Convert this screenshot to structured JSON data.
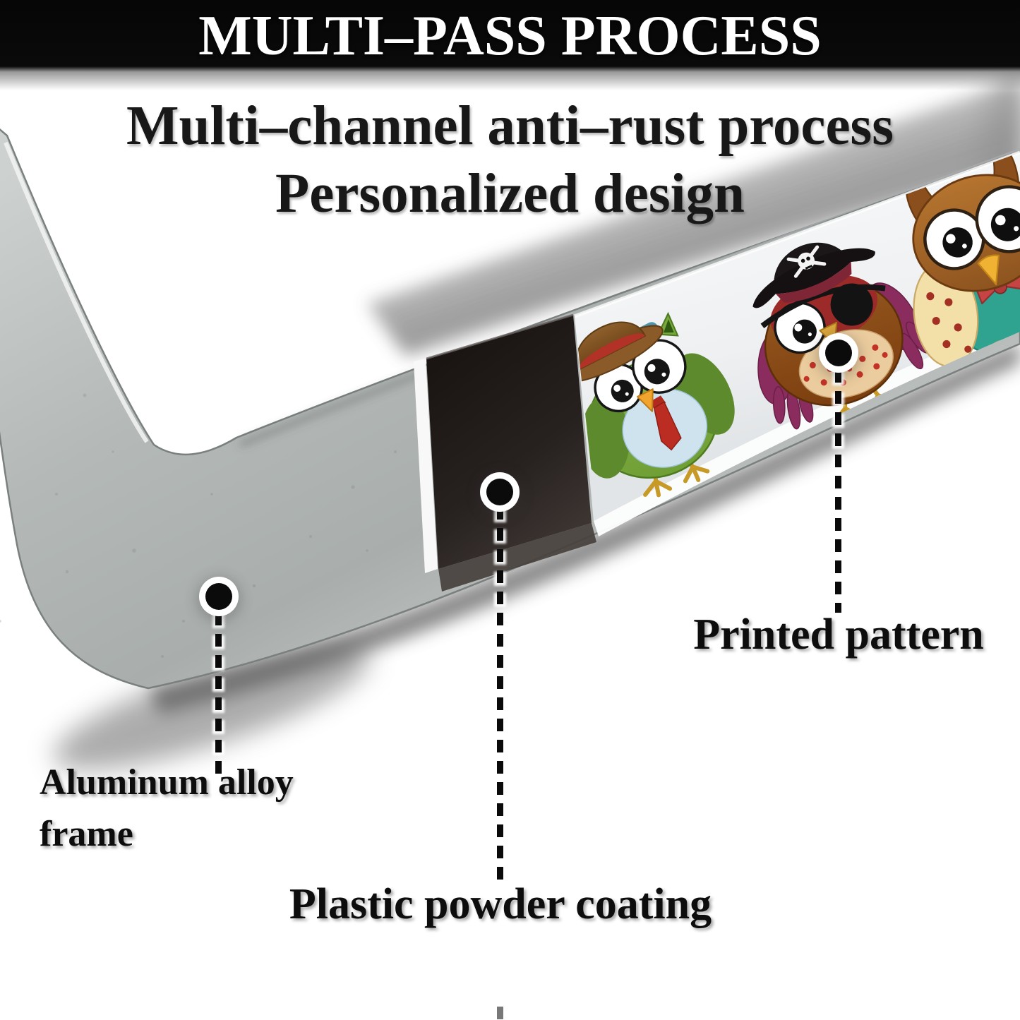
{
  "banner": {
    "title": "MULTI–PASS PROCESS"
  },
  "headline": {
    "line1": "Multi–channel anti–rust process",
    "line2": "Personalized design"
  },
  "callouts": {
    "aluminum": {
      "label": "Aluminum alloy\nframe"
    },
    "coating": {
      "label": "Plastic powder coating"
    },
    "printed": {
      "label": "Printed pattern"
    }
  },
  "frame_sections": [
    {
      "name": "aluminum-alloy-frame",
      "color": "#b6bab8"
    },
    {
      "name": "plastic-powder-coating",
      "color": "#1d1918"
    },
    {
      "name": "printed-pattern-strip",
      "color": "#f2f4f5"
    }
  ],
  "owl_icons": [
    "owl-with-bowler-hat-and-tie-icon",
    "pirate-owl-with-eye-patch-icon",
    "owl-with-bow-tie-icon"
  ],
  "accent_colors": {
    "banner_bg": "#060606",
    "banner_text": "#ffffff",
    "label_text": "#0d0d0d",
    "owl_green": "#7fae3e",
    "owl_brown": "#8a4b17",
    "owl_teal": "#2fa290",
    "tie_red": "#bb2d22"
  }
}
